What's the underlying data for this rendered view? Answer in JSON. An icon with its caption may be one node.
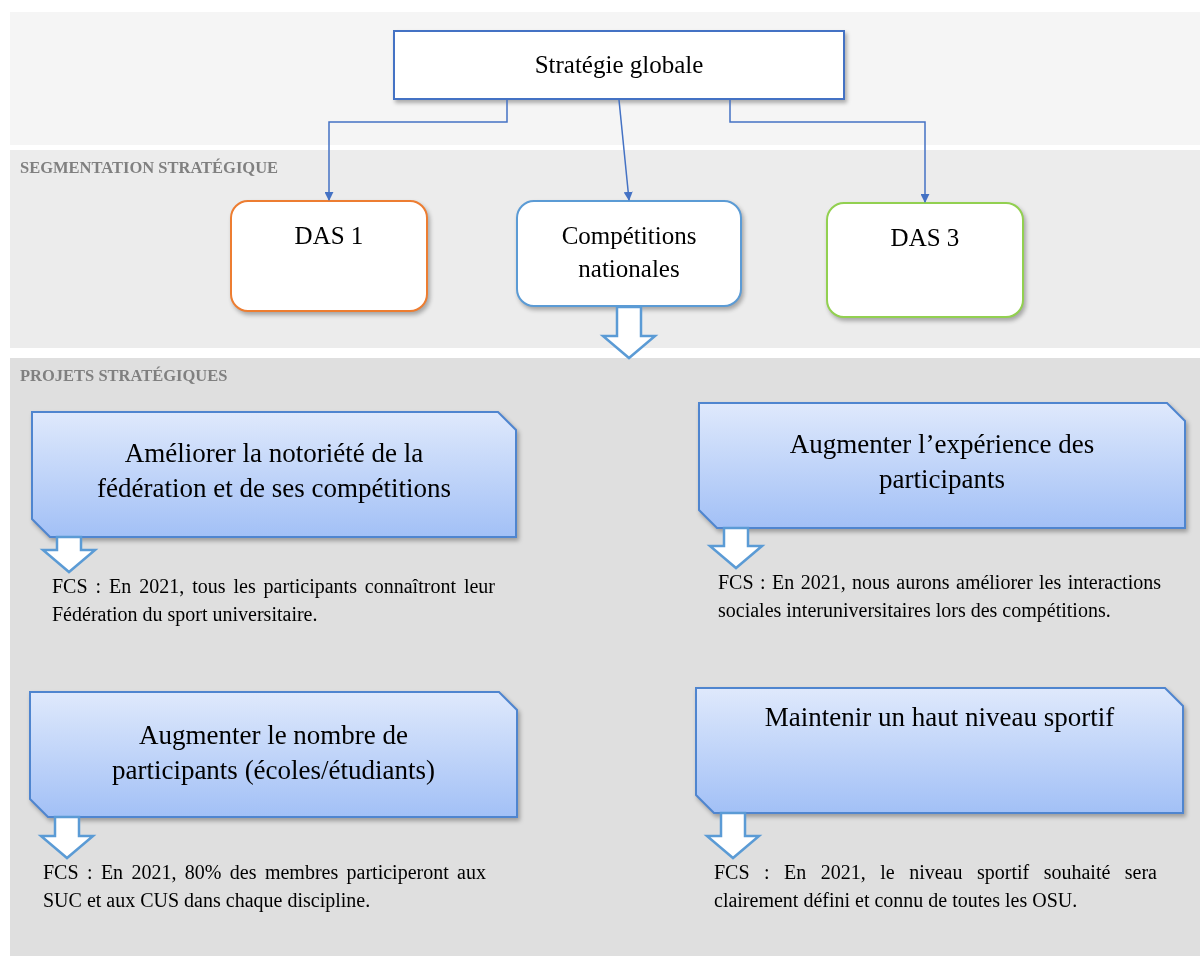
{
  "diagram": {
    "nodes": [
      {
        "text": [
          "Stratégie globale"
        ]
      },
      {
        "text": [
          "SEGMENTATION STRATÉGIQUE"
        ]
      },
      {
        "text": [
          "DAS 1"
        ],
        "in": 1
      },
      {
        "text": [
          "Compétitions nationales"
        ],
        "in": 1
      },
      {
        "text": [
          "DAS 3"
        ],
        "in": 1
      },
      {
        "text": [
          "PROJETS STRATÉGIQUES"
        ]
      },
      {
        "text": [
          "Améliorer la notoriété de la fédération et de ses compétitions"
        ],
        "in": 5
      },
      {
        "text": [
          "Augmenter l’expérience des participants"
        ],
        "in": 5
      },
      {
        "text": [
          "FCS : En 2021, tous les participants connaîtront leur Fédération du sport universitaire."
        ],
        "in": 5
      },
      {
        "text": [
          "FCS : En 2021, nous aurons améliorer les interactions sociales interuniversitaires lors des compétitions."
        ],
        "in": 5
      },
      {
        "text": [
          "Augmenter le nombre de participants (écoles/étudiants)"
        ],
        "in": 5
      },
      {
        "text": [
          "Maintenir un haut niveau sportif"
        ],
        "in": 5
      },
      {
        "text": [
          "FCS : En 2021, 80% des membres participeront aux SUC et aux CUS dans chaque discipline."
        ],
        "in": 5
      },
      {
        "text": [
          "FCS : En 2021, le niveau sportif souhaité sera clairement défini et connu de toutes les OSU."
        ],
        "in": 5
      }
    ],
    "edges": [
      {
        "from": 0,
        "to": 2,
        "arrow": "to",
        "color": "#4472c4"
      },
      {
        "from": 0,
        "to": 3,
        "arrow": "to",
        "color": "#4472c4"
      },
      {
        "from": 0,
        "to": 4,
        "arrow": "to",
        "color": "#4472c4"
      },
      {
        "from": 3,
        "to": 5,
        "arrow": "to",
        "style": "thick"
      },
      {
        "from": 6,
        "to": 8,
        "arrow": "to",
        "style": "thick"
      },
      {
        "from": 7,
        "to": 9,
        "arrow": "to",
        "style": "thick"
      },
      {
        "from": 10,
        "to": 12,
        "arrow": "to",
        "style": "thick"
      },
      {
        "from": 11,
        "to": 13,
        "arrow": "to",
        "style": "thick"
      }
    ]
  }
}
